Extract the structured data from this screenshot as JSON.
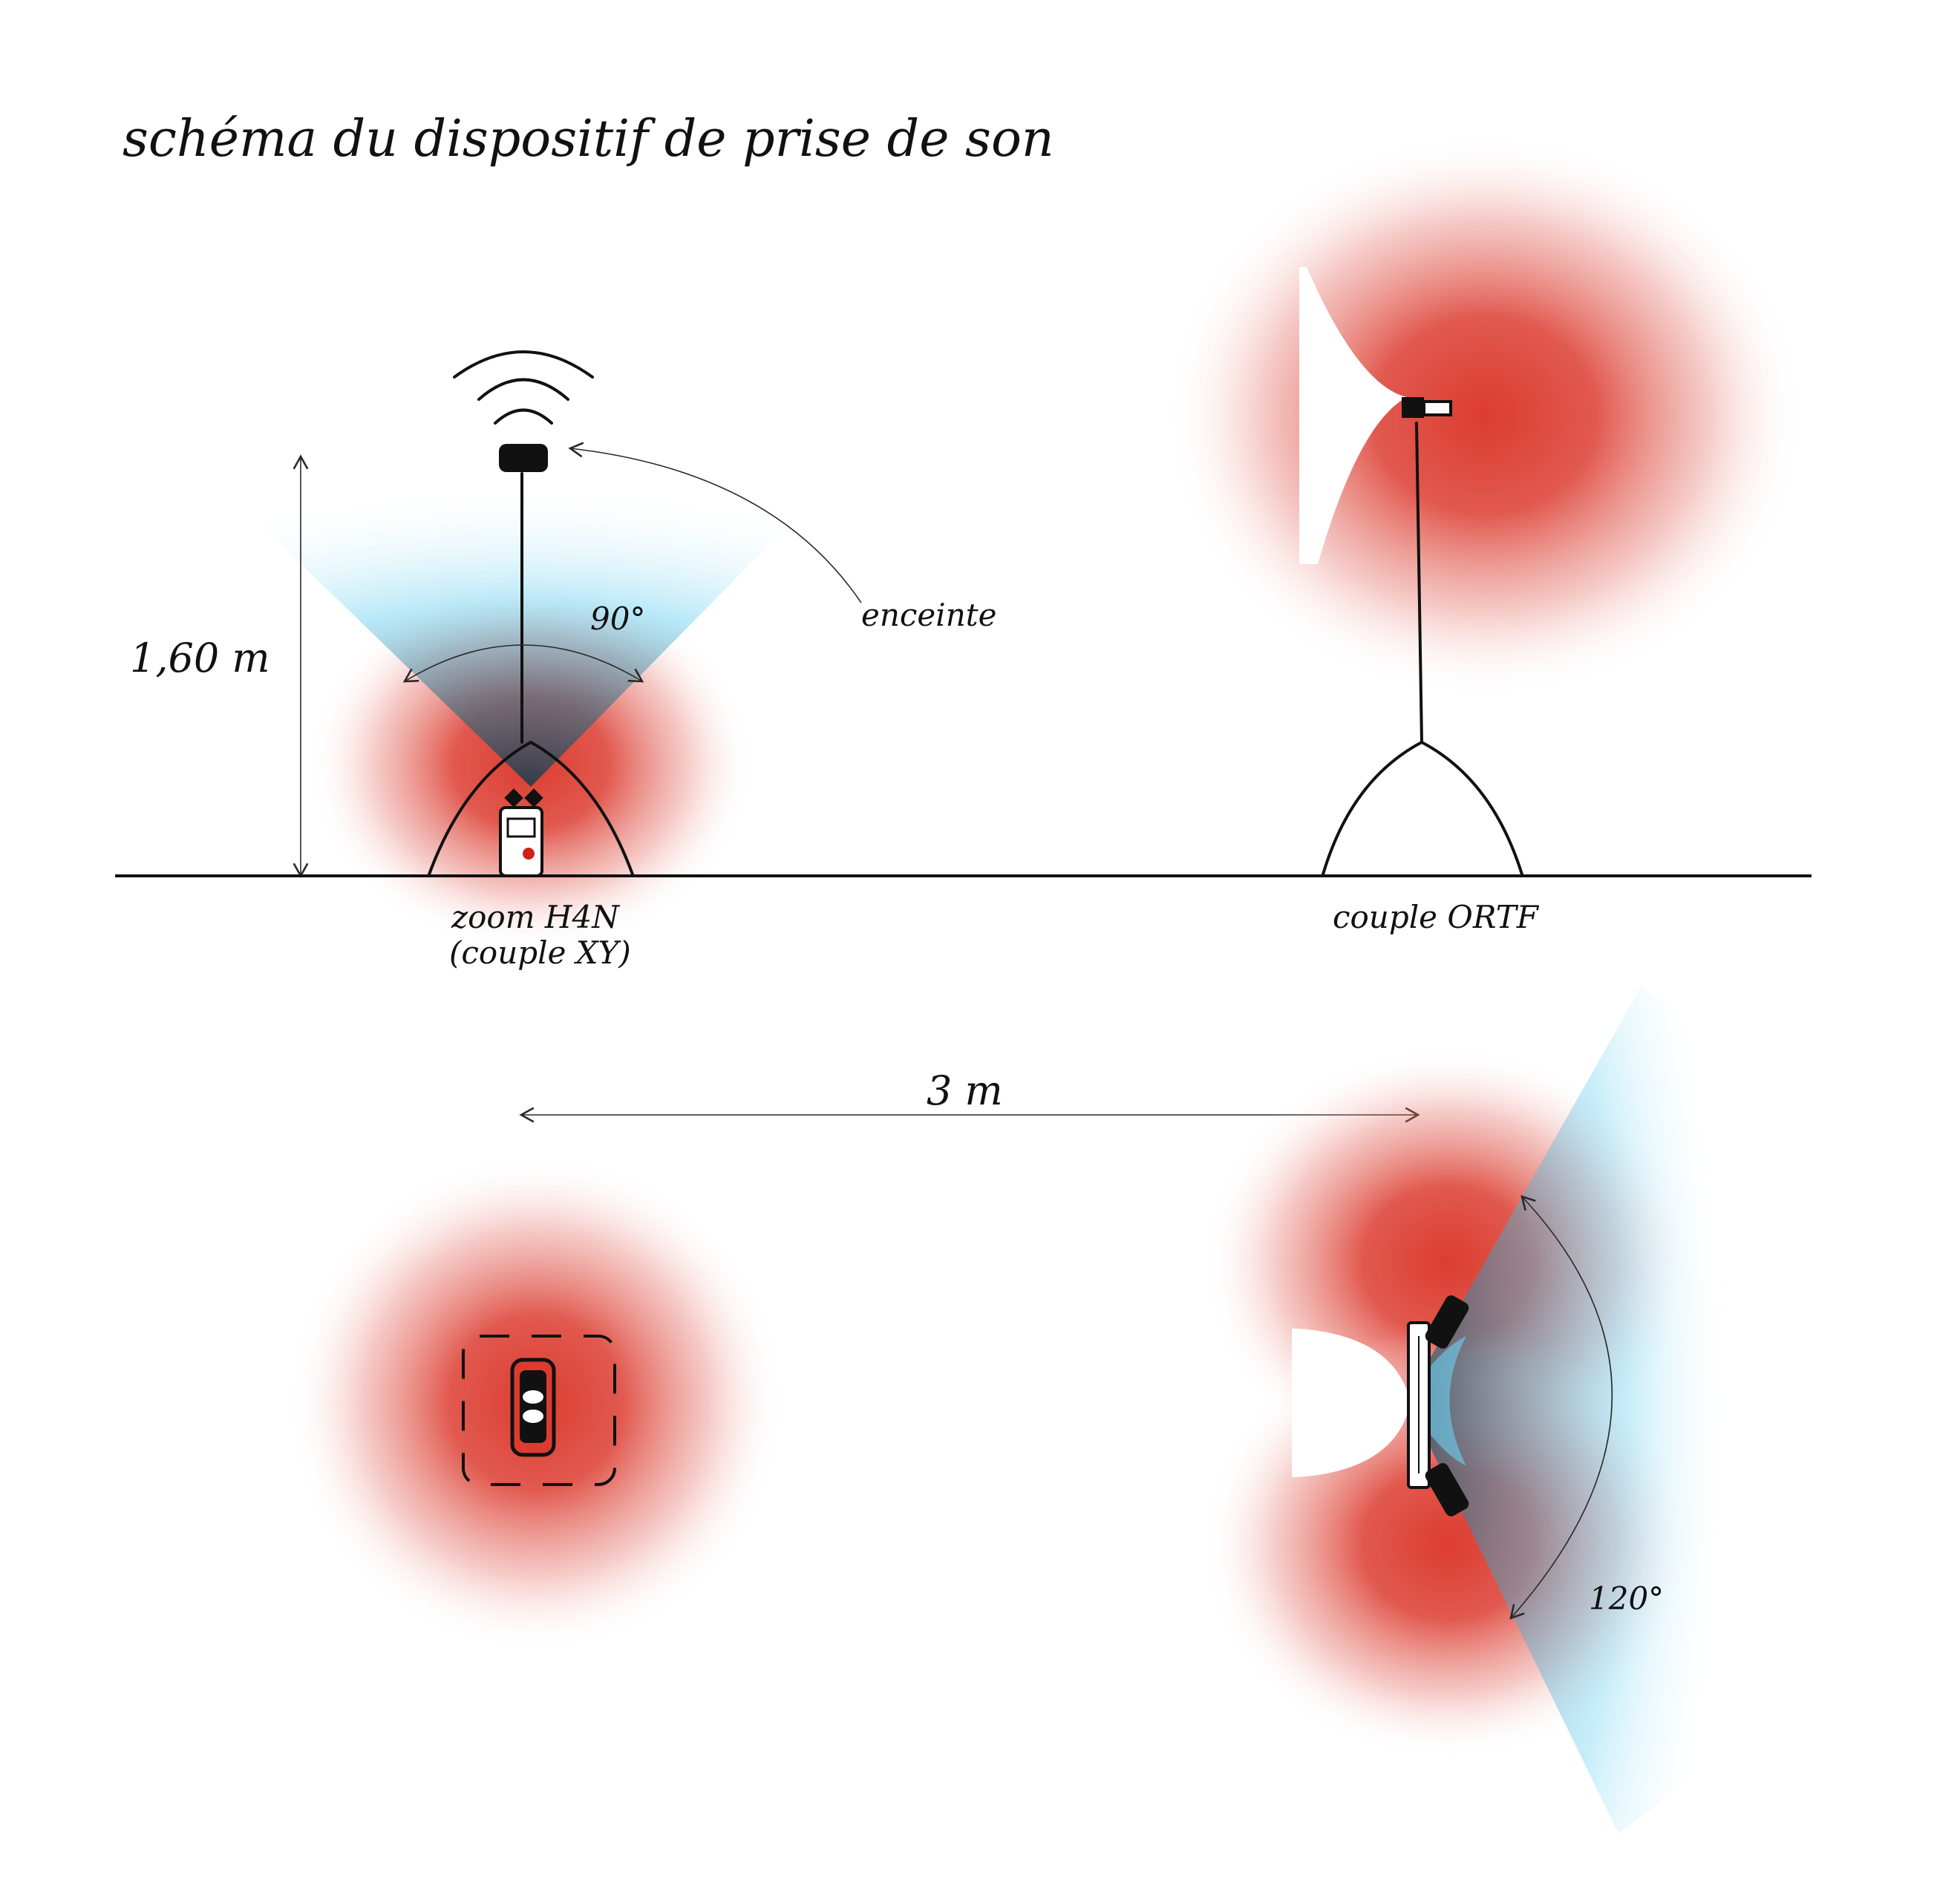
{
  "title": "schéma du dispositif de prise de son",
  "side_view": {
    "height_label": "1,60 m",
    "angle_xy": "90°",
    "speaker_label": "enceinte",
    "xy_label_line1": "zoom H4N",
    "xy_label_line2": "(couple XY)",
    "ortf_label": "couple ORTF"
  },
  "top_view": {
    "distance_label": "3 m",
    "angle_ortf": "120°"
  },
  "colors": {
    "pickup_red": "#dc3c30",
    "listen_blue": "#7fd6f2",
    "ink": "#111111",
    "recorder_dot": "#d0201a"
  }
}
